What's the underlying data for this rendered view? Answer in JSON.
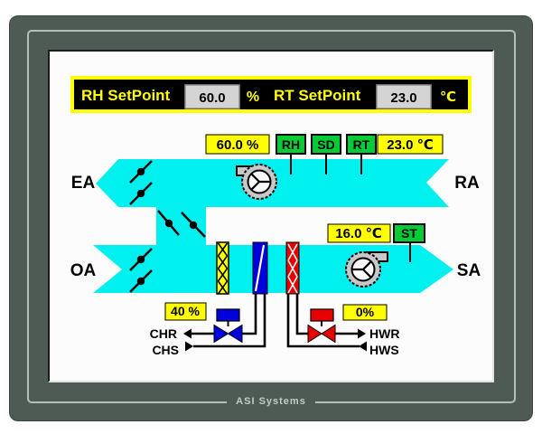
{
  "brand": {
    "label": "ASI Systems"
  },
  "colors": {
    "duct_cyan": "#00efef",
    "highlight_yellow": "#ffff00",
    "sensor_green": "#00cc33",
    "chilled_blue": "#0000dd",
    "hot_red": "#e60000",
    "bezel_gray": "#4e5b55",
    "setpoint_panel_black": "#000000",
    "value_box_gray": "#d4d4d4"
  },
  "setpoints": {
    "rh": {
      "label": "RH SetPoint",
      "value": "60.0",
      "unit": "%"
    },
    "rt": {
      "label": "RT SetPoint",
      "value": "23.0",
      "unit": "℃"
    }
  },
  "air_labels": {
    "exhaust": "EA",
    "return": "RA",
    "outside": "OA",
    "supply": "SA"
  },
  "readings": {
    "return_humidity": "60.0 %",
    "return_temp": "23.0 ℃",
    "supply_temp": "16.0 ℃",
    "chilled_valve_position": "40 %",
    "hot_valve_position": "0%"
  },
  "sensor_tags": {
    "rh": "RH",
    "sd": "SD",
    "rt": "RT",
    "st": "ST"
  },
  "pipe_labels": {
    "chilled_return": "CHR",
    "chilled_supply": "CHS",
    "hot_return": "HWR",
    "hot_supply": "HWS"
  }
}
